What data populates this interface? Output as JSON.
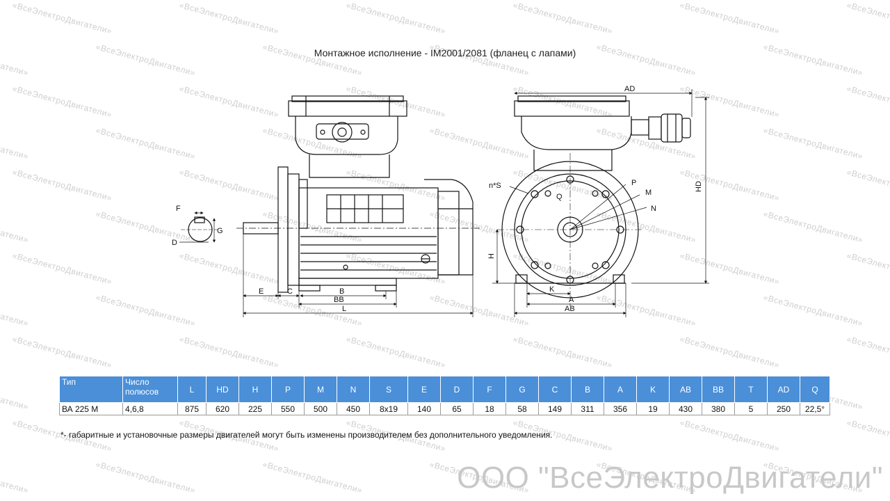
{
  "watermark": "«ВсеЭлектроДвигатели»",
  "title": "Монтажное исполнение - IM2001/2081 (фланец с лапами)",
  "drawing": {
    "side_labels": {
      "F": "F",
      "D": "D",
      "G": "G",
      "E": "E",
      "C": "C",
      "B": "B",
      "BB": "BB",
      "L": "L"
    },
    "front_labels": {
      "AD": "AD",
      "nS": "n*S",
      "Q": "Q",
      "P": "P",
      "M": "M",
      "N": "N",
      "HD": "HD",
      "H": "H",
      "K": "K",
      "A": "A",
      "AB": "AB"
    }
  },
  "table": {
    "headers": [
      "Тип",
      "Число полюсов",
      "L",
      "HD",
      "H",
      "P",
      "M",
      "N",
      "S",
      "E",
      "D",
      "F",
      "G",
      "C",
      "B",
      "A",
      "K",
      "AB",
      "BB",
      "T",
      "AD",
      "Q"
    ],
    "rows": [
      [
        "ВА 225 М",
        "4,6,8",
        "875",
        "620",
        "225",
        "550",
        "500",
        "450",
        "8x19",
        "140",
        "65",
        "18",
        "58",
        "149",
        "311",
        "356",
        "19",
        "430",
        "380",
        "5",
        "250",
        "22,5°"
      ]
    ]
  },
  "footnote": "*- габаритные и установочные размеры двигателей могут быть изменены производителем без дополнительного уведомления.",
  "company": "ООО \"ВсеЭлектроДвигатели\"",
  "colors": {
    "header_bg": "#4a8fd8",
    "line": "#111111",
    "watermark": "#cfcfcf"
  }
}
